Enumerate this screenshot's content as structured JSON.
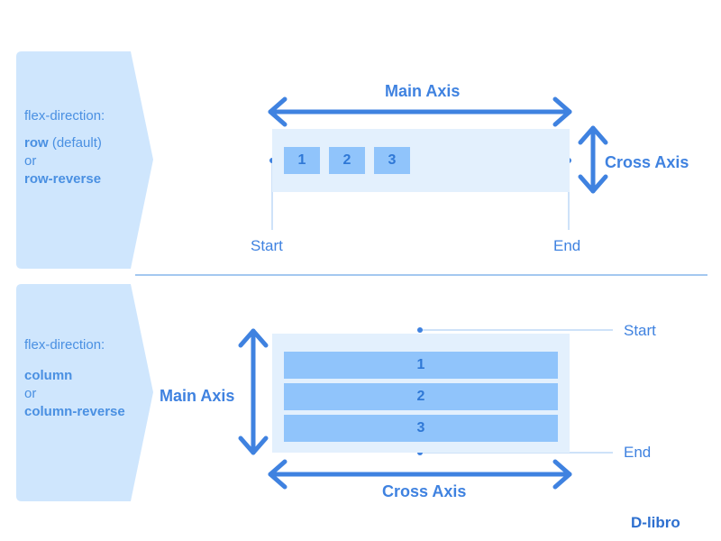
{
  "row_section": {
    "panel": {
      "line1": "flex-direction:",
      "value1": "row",
      "value1_suffix": " (default)",
      "or": "or",
      "value2": "row-reverse"
    },
    "main_axis": "Main Axis",
    "cross_axis": "Cross Axis",
    "start": "Start",
    "end": "End",
    "items": [
      "1",
      "2",
      "3"
    ]
  },
  "column_section": {
    "panel": {
      "line1": "flex-direction:",
      "value1": "column",
      "or": "or",
      "value2": "column-reverse"
    },
    "main_axis": "Main Axis",
    "cross_axis": "Cross Axis",
    "start": "Start",
    "end": "End",
    "items": [
      "1",
      "2",
      "3"
    ]
  },
  "logo": {
    "text": "D-libro"
  },
  "colors": {
    "accent": "#3f82e0",
    "panel_bg": "#cfe6fd",
    "container_bg": "#e3f0fd",
    "item_bg": "#90c4fb"
  }
}
